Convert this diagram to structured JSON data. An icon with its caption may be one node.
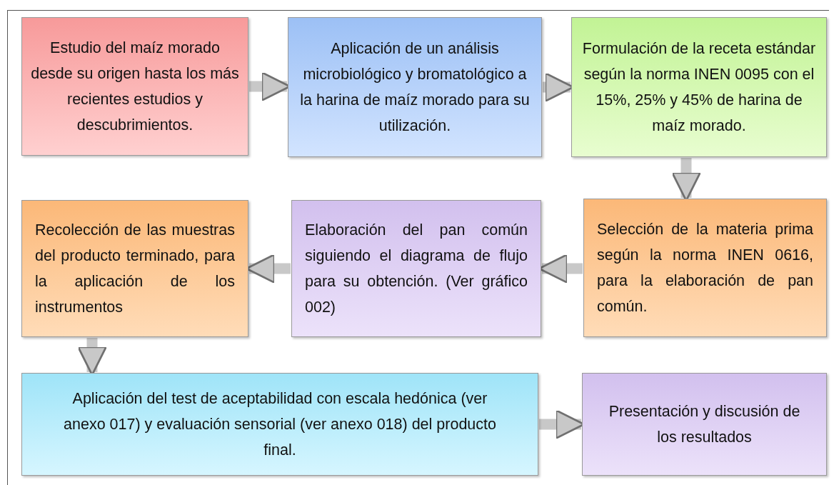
{
  "diagram": {
    "nodes": [
      {
        "text": [
          "Estudio del maíz morado desde su origen hasta los más recientes estudios y descubrimientos."
        ]
      },
      {
        "text": [
          "Aplicación de un análisis microbiológico y bromatológico a la harina de maíz  morado para su utilización."
        ]
      },
      {
        "text": [
          "Formulación de la receta estándar según la norma INEN 0095 con el 15%, 25% y 45% de harina de maíz morado."
        ]
      },
      {
        "text": [
          "Selección de la materia prima según la norma INEN 0616, para la elaboración de pan común."
        ]
      },
      {
        "text": [
          "Elaboración del pan común siguiendo el diagrama de flujo para su obtención. (Ver gráfico 002)"
        ]
      },
      {
        "text": [
          "Recolección de las muestras del producto terminado, para la aplicación de los instrumentos"
        ]
      },
      {
        "text": [
          "Aplicación del test de aceptabilidad con escala hedónica (ver anexo 017) y evaluación sensorial (ver anexo 018) del producto final."
        ]
      },
      {
        "text": [
          "Presentación y discusión de los resultados"
        ]
      }
    ],
    "edges": [
      {
        "from": 0,
        "to": 1,
        "arrow": "to"
      },
      {
        "from": 1,
        "to": 2,
        "arrow": "to"
      },
      {
        "from": 2,
        "to": 3,
        "arrow": "to"
      },
      {
        "from": 3,
        "to": 4,
        "arrow": "to"
      },
      {
        "from": 4,
        "to": 5,
        "arrow": "to"
      },
      {
        "from": 5,
        "to": 6,
        "arrow": "to"
      },
      {
        "from": 6,
        "to": 7,
        "arrow": "to"
      }
    ]
  }
}
